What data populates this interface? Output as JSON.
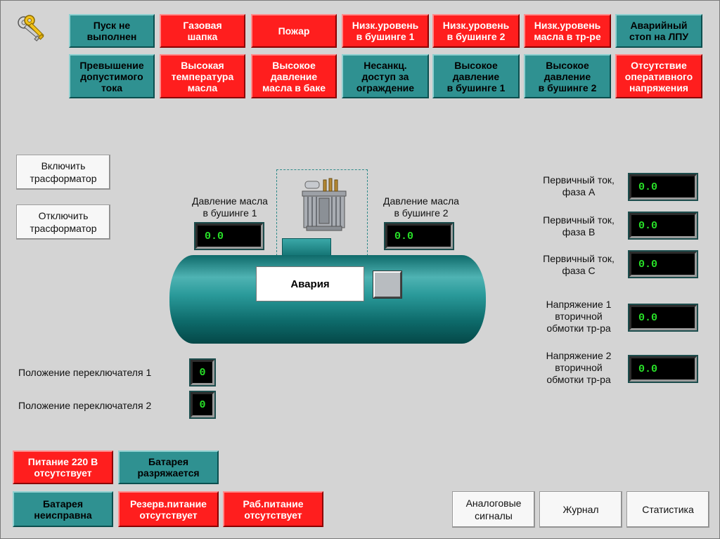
{
  "alarms_top": [
    {
      "text": "Пуск не\nвыполнен",
      "state": "ok"
    },
    {
      "text": "Газовая\nшапка",
      "state": "bad"
    },
    {
      "text": "Пожар",
      "state": "bad"
    },
    {
      "text": "Низк.уровень\nв бушинге 1",
      "state": "bad"
    },
    {
      "text": "Низк.уровень\nв бушинге 2",
      "state": "bad"
    },
    {
      "text": "Низк.уровень\nмасла в тр-ре",
      "state": "bad"
    },
    {
      "text": "Аварийный\nстоп на ЛПУ",
      "state": "ok"
    }
  ],
  "alarms_bottom": [
    {
      "text": "Превышение\nдопустимого\nтока",
      "state": "ok"
    },
    {
      "text": "Высокая\nтемпература\nмасла",
      "state": "bad"
    },
    {
      "text": "Высокое\nдавление\nмасла в баке",
      "state": "bad"
    },
    {
      "text": "Несанкц.\nдоступ за\nограждение",
      "state": "ok"
    },
    {
      "text": "Высокое\nдавление\nв бушинге 1",
      "state": "ok"
    },
    {
      "text": "Высокое\nдавление\nв бушинге 2",
      "state": "ok"
    },
    {
      "text": "Отсутствие\nоперативного\nнапряжения",
      "state": "bad"
    }
  ],
  "controls": {
    "turn_on": "Включить\nтрасформатор",
    "turn_off": "Отключить\nтрасформатор"
  },
  "bushing1": {
    "label": "Давление масла\nв бушинге 1",
    "value": "0.0"
  },
  "bushing2": {
    "label": "Давление масла\nв бушинге 2",
    "value": "0.0"
  },
  "tank": {
    "status": "Авария"
  },
  "measurements": [
    {
      "label": "Первичный ток,\nфаза А",
      "value": "0.0"
    },
    {
      "label": "Первичный ток,\nфаза В",
      "value": "0.0"
    },
    {
      "label": "Первичный ток,\nфаза С",
      "value": "0.0"
    },
    {
      "label": "Напряжение 1\nвторичной\nобмотки тр-ра",
      "value": "0.0"
    },
    {
      "label": "Напряжение 2\nвторичной\nобмотки тр-ра",
      "value": "0.0"
    }
  ],
  "switches": [
    {
      "label": "Положение переключателя 1",
      "value": "0"
    },
    {
      "label": "Положение переключателя 2",
      "value": "0"
    }
  ],
  "power": {
    "p220": "Питание 220 В\nотсутствует",
    "battery_discharge": "Батарея\nразряжается",
    "battery_fault": "Батарея\nнеисправна",
    "reserve": "Резерв.питание\nотсутствует",
    "work": "Раб.питание\nотсутствует"
  },
  "nav": {
    "analog": "Аналоговые\nсигналы",
    "journal": "Журнал",
    "stats": "Статистика"
  },
  "icons": {
    "keys": "keys-icon",
    "transformer": "transformer-icon"
  }
}
